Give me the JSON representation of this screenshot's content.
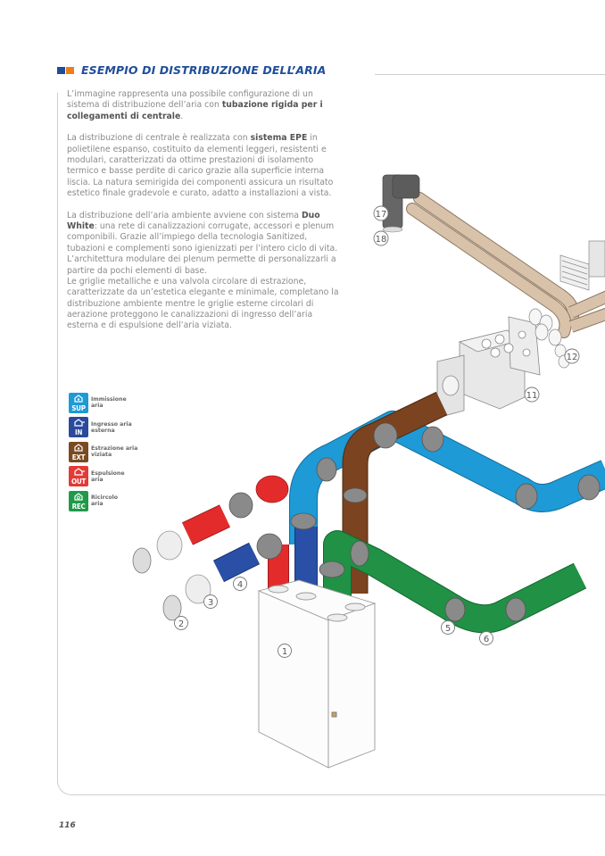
{
  "header": {
    "title": "ESEMPIO DI DISTRIBUZIONE DELL’ARIA",
    "accent_colors": [
      "#1f4e99",
      "#f07d1a"
    ]
  },
  "body": {
    "p1_a": "L’immagine rappresenta una possibile configurazione di un sistema di distribuzione dell’aria con ",
    "p1_b": "tubazione rigida per i collegamenti di centrale",
    "p1_c": ".",
    "p2_a": "La distribuzione di centrale è realizzata con ",
    "p2_b": "sistema EPE",
    "p2_c": " in polietilene espanso, costituito da elementi leggeri, resistenti e modulari, caratterizzati da ottime prestazioni di isolamento termico e basse perdite di carico grazie alla superficie interna liscia. La natura semirigida dei componenti assicura un risultato estetico finale gradevole e curato, adatto a installazioni a vista.",
    "p3_a": "La distribuzione dell’aria ambiente avviene con sistema ",
    "p3_b": "Duo White",
    "p3_c": ": una rete di canalizzazioni corrugate, accessori e plenum componibili. Grazie all’impiego della tecnologia Sanitized, tubazioni e complementi sono igienizzati per l’intero ciclo di vita. L’architettura modulare dei plenum permette di personalizzarli a partire da pochi elementi di base.",
    "p4": "Le griglie metalliche e una valvola circolare di estrazione, caratterizzate da un’estetica elegante e minimale, completano la distribuzione ambiente mentre le griglie esterne circolari di aerazione proteggono le canalizzazioni di ingresso dell’aria esterna e di espulsione dell’aria viziata."
  },
  "legend": [
    {
      "code": "SUP",
      "label1": "Immissione",
      "label2": "aria",
      "color": "#1e9ad6",
      "icon": "house-icon"
    },
    {
      "code": "IN",
      "label1": "Ingresso aria",
      "label2": "esterna",
      "color": "#2a4a9c",
      "icon": "house-arrow-in-icon"
    },
    {
      "code": "EXT",
      "label1": "Estrazione aria",
      "label2": "viziata",
      "color": "#7a4a22",
      "icon": "house-extract-icon"
    },
    {
      "code": "OUT",
      "label1": "Espulsione",
      "label2": "aria",
      "color": "#e23a36",
      "icon": "house-arrow-out-icon"
    },
    {
      "code": "REC",
      "label1": "Ricircolo",
      "label2": "aria",
      "color": "#1f9a48",
      "icon": "house-recirc-icon"
    }
  ],
  "diagram": {
    "callouts": [
      "1",
      "2",
      "3",
      "4",
      "5",
      "6",
      "11",
      "12",
      "17",
      "18"
    ],
    "pipe_colors": {
      "supply": "#1e9ad6",
      "intake": "#2a4fa6",
      "extract": "#7b4320",
      "exhaust": "#e42b2b",
      "recirc": "#219146",
      "duo_white": "#d9c2aa",
      "clamp": "#8a8a8a"
    }
  },
  "footer": {
    "page_number": "116"
  }
}
